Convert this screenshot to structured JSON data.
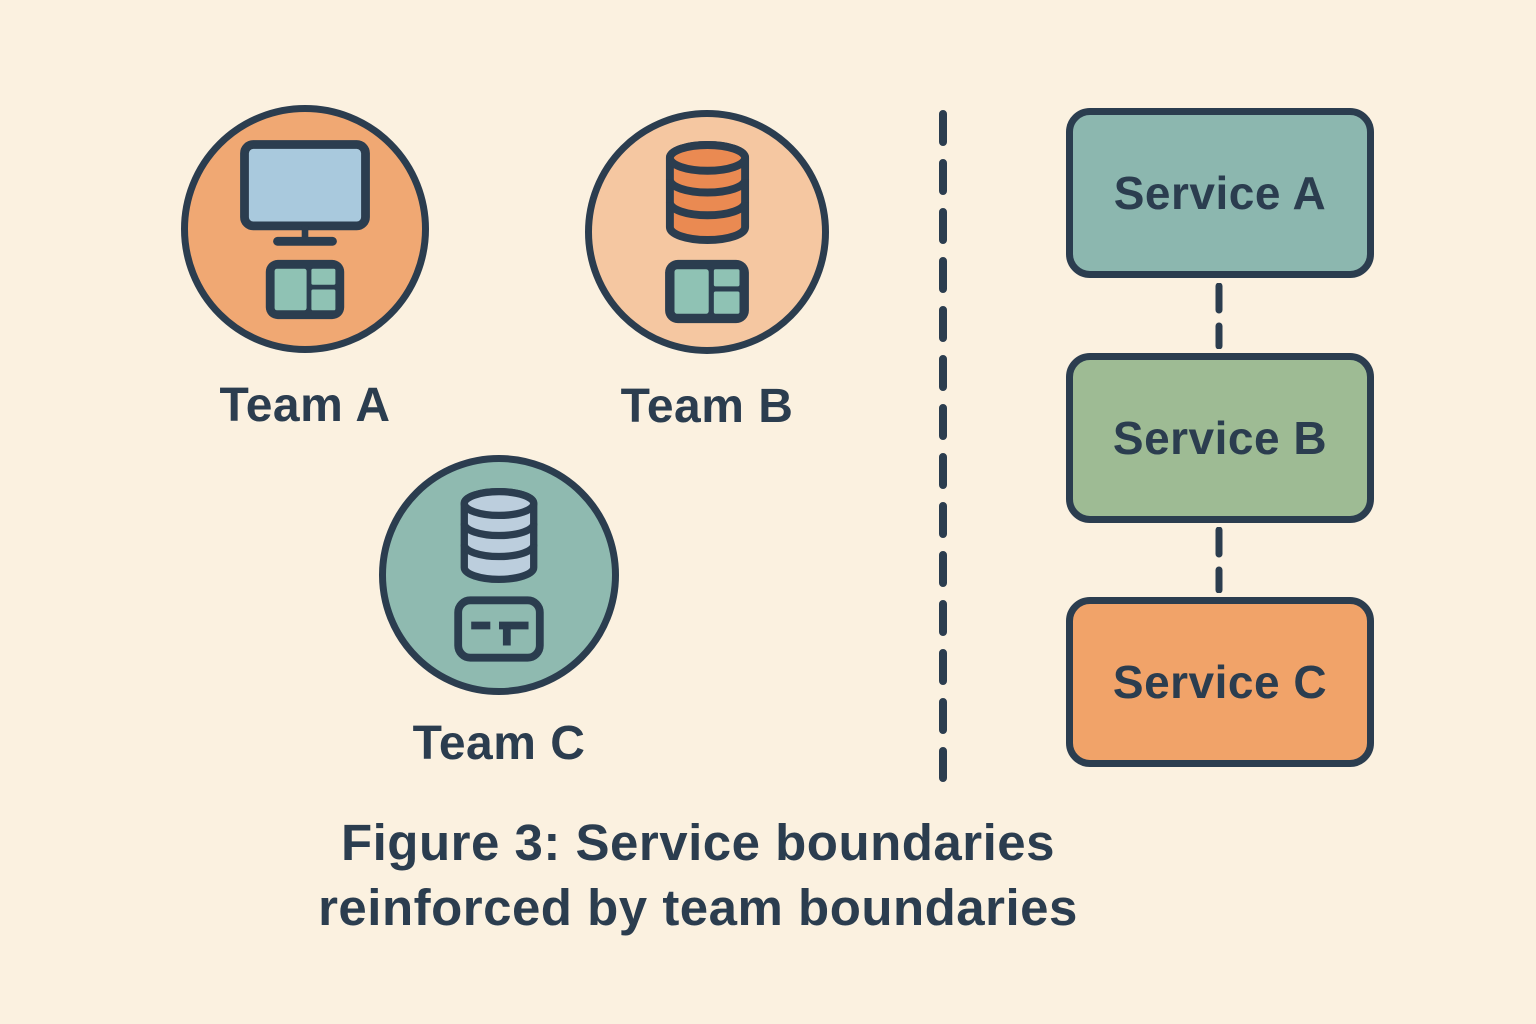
{
  "figure": {
    "caption_line1": "Figure 3: Service boundaries",
    "caption_line2": "reinforced by team boundaries"
  },
  "teams": [
    {
      "label": "Team A",
      "icons": [
        "monitor-icon",
        "layout-grid-icon"
      ]
    },
    {
      "label": "Team B",
      "icons": [
        "database-icon",
        "layout-grid-icon"
      ]
    },
    {
      "label": "Team C",
      "icons": [
        "database-icon",
        "panel-icon"
      ]
    }
  ],
  "services": [
    {
      "label": "Service A"
    },
    {
      "label": "Service B"
    },
    {
      "label": "Service C"
    }
  ],
  "colors": {
    "background": "#FBF1E0",
    "ink": "#2B3D4F",
    "team_a_fill": "#F0A873",
    "team_b_fill": "#F5C7A1",
    "team_c_fill": "#8FBAB0",
    "service_a_fill": "#8CB7AF",
    "service_b_fill": "#9EBB94",
    "service_c_fill": "#F1A369",
    "monitor_screen": "#A9C9DD",
    "grid_cell": "#8FC2B4",
    "db_orange": "#EA8A52",
    "db_blue": "#BCCEDD"
  }
}
